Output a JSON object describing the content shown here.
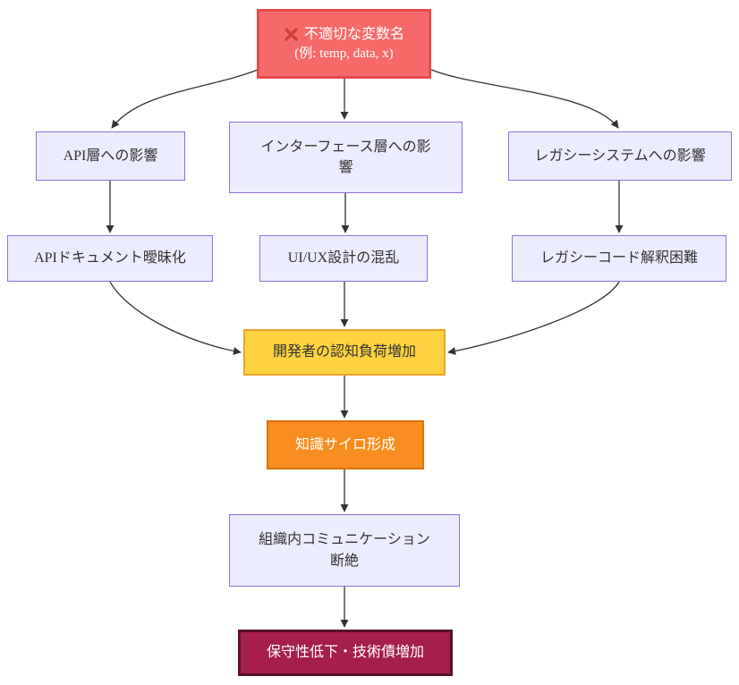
{
  "diagram": {
    "type": "flowchart",
    "direction": "top-down",
    "background_color": "#ffffff",
    "edge_color": "#333333",
    "nodes": {
      "root": {
        "line1": "不適切な変数名",
        "line2": "(例: temp, data, x)",
        "icon": "cross-mark-icon",
        "icon_glyph": "❌",
        "icon_color": "#D03E3E",
        "fill": "#F76A6A",
        "border": "#E64C4C",
        "text_color": "#ffffff"
      },
      "api_layer": {
        "label": "API層への影響",
        "fill": "#ECECFF",
        "border": "#9370DB",
        "text_color": "#333333"
      },
      "interface_layer": {
        "label": "インターフェース層への影響",
        "fill": "#ECECFF",
        "border": "#9370DB",
        "text_color": "#333333"
      },
      "legacy_layer": {
        "label": "レガシーシステムへの影響",
        "fill": "#ECECFF",
        "border": "#9370DB",
        "text_color": "#333333"
      },
      "api_doc": {
        "label": "APIドキュメント曖昧化",
        "fill": "#ECECFF",
        "border": "#9370DB",
        "text_color": "#333333"
      },
      "uiux": {
        "label": "UI/UX設計の混乱",
        "fill": "#ECECFF",
        "border": "#9370DB",
        "text_color": "#333333"
      },
      "legacy_code": {
        "label": "レガシーコード解釈困難",
        "fill": "#ECECFF",
        "border": "#9370DB",
        "text_color": "#333333"
      },
      "cognitive_load": {
        "label": "開発者の認知負荷増加",
        "fill": "#FFD23F",
        "border": "#EEA32E",
        "text_color": "#333333"
      },
      "knowledge_silo": {
        "label": "知識サイロ形成",
        "fill": "#F78D1E",
        "border": "#DE710F",
        "text_color": "#ffffff"
      },
      "communication": {
        "label": "組織内コミュニケーション断絶",
        "fill": "#ECECFF",
        "border": "#9370DB",
        "text_color": "#333333"
      },
      "maintainability": {
        "label": "保守性低下・技術債増加",
        "fill": "#A51E4D",
        "border": "#58112C",
        "text_color": "#ffffff"
      }
    },
    "edges": [
      {
        "from": "root",
        "to": "api_layer"
      },
      {
        "from": "root",
        "to": "interface_layer"
      },
      {
        "from": "root",
        "to": "legacy_layer"
      },
      {
        "from": "api_layer",
        "to": "api_doc"
      },
      {
        "from": "interface_layer",
        "to": "uiux"
      },
      {
        "from": "legacy_layer",
        "to": "legacy_code"
      },
      {
        "from": "api_doc",
        "to": "cognitive_load"
      },
      {
        "from": "uiux",
        "to": "cognitive_load"
      },
      {
        "from": "legacy_code",
        "to": "cognitive_load"
      },
      {
        "from": "cognitive_load",
        "to": "knowledge_silo"
      },
      {
        "from": "knowledge_silo",
        "to": "communication"
      },
      {
        "from": "communication",
        "to": "maintainability"
      }
    ]
  }
}
